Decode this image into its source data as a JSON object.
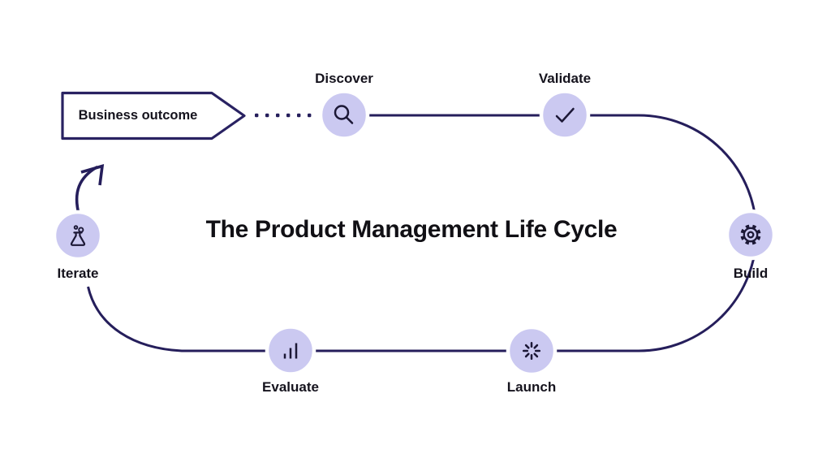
{
  "title": "The Product Management Life Cycle",
  "pennant": {
    "label": "Business outcome"
  },
  "stages": [
    {
      "id": "discover",
      "label": "Discover",
      "icon": "search-icon",
      "label_position": "above"
    },
    {
      "id": "validate",
      "label": "Validate",
      "icon": "check-icon",
      "label_position": "above"
    },
    {
      "id": "build",
      "label": "Build",
      "icon": "gear-icon",
      "label_position": "below"
    },
    {
      "id": "launch",
      "label": "Launch",
      "icon": "spinner-icon",
      "label_position": "below"
    },
    {
      "id": "evaluate",
      "label": "Evaluate",
      "icon": "bar-chart-icon",
      "label_position": "below"
    },
    {
      "id": "iterate",
      "label": "Iterate",
      "icon": "flask-icon",
      "label_position": "below"
    }
  ],
  "colors": {
    "background": "#ffffff",
    "node_fill": "#cbc9f1",
    "node_ring": "#ffffff",
    "line": "#251e5b",
    "icon": "#1c1836",
    "text": "#15131d",
    "title": "#111015",
    "pennant_border": "#292262"
  }
}
